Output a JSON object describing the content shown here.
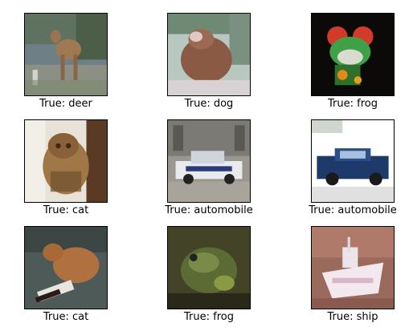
{
  "grid": {
    "items": [
      {
        "label": "True: deer",
        "subject": "deer"
      },
      {
        "label": "True: dog",
        "subject": "dog"
      },
      {
        "label": "True: frog",
        "subject": "frog"
      },
      {
        "label": "True: cat",
        "subject": "cat"
      },
      {
        "label": "True: automobile",
        "subject": "automobile"
      },
      {
        "label": "True: automobile",
        "subject": "automobile"
      },
      {
        "label": "True: cat",
        "subject": "cat"
      },
      {
        "label": "True: frog",
        "subject": "frog"
      },
      {
        "label": "True: ship",
        "subject": "ship"
      }
    ]
  },
  "colors": {
    "frame_border": "#000000",
    "text": "#000000",
    "background": "#ffffff"
  }
}
